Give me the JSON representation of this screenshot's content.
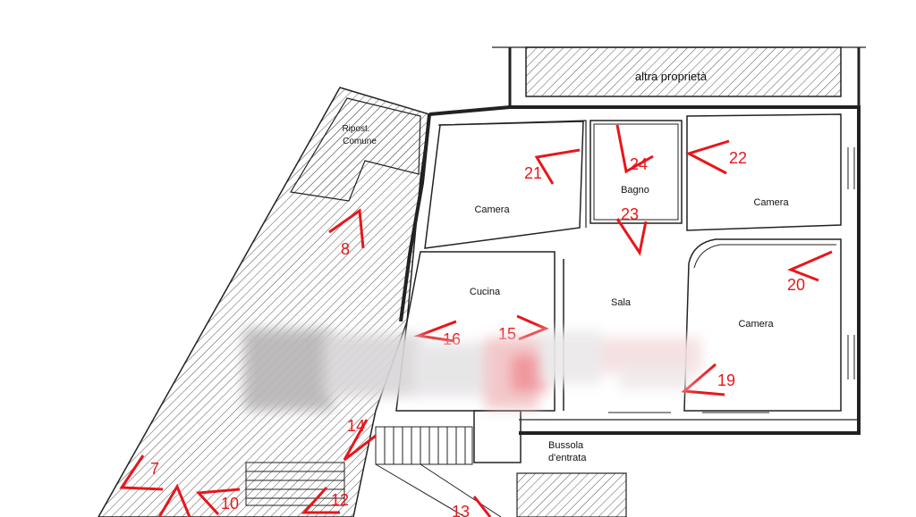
{
  "title": "",
  "rooms": [
    {
      "label": "altra proprietà"
    },
    {
      "label": "Ripost."
    },
    {
      "label": "Comune"
    },
    {
      "label": "Camera"
    },
    {
      "label": "Bagno"
    },
    {
      "label": "Camera"
    },
    {
      "label": "Cucina"
    },
    {
      "label": "Sala"
    },
    {
      "label": "Camera"
    },
    {
      "label": "Bussola"
    },
    {
      "label": "d'entrata"
    }
  ],
  "photo_markers": [
    {
      "number": "7"
    },
    {
      "number": "8"
    },
    {
      "number": "10"
    },
    {
      "number": "12"
    },
    {
      "number": "13"
    },
    {
      "number": "14"
    },
    {
      "number": "15"
    },
    {
      "number": "16"
    },
    {
      "number": "19"
    },
    {
      "number": "20"
    },
    {
      "number": "21"
    },
    {
      "number": "22"
    },
    {
      "number": "23"
    },
    {
      "number": "24"
    }
  ],
  "colors": {
    "wall": "#222222",
    "marker": "#e8161b",
    "hatch": "#555555"
  },
  "redacted_region": true
}
